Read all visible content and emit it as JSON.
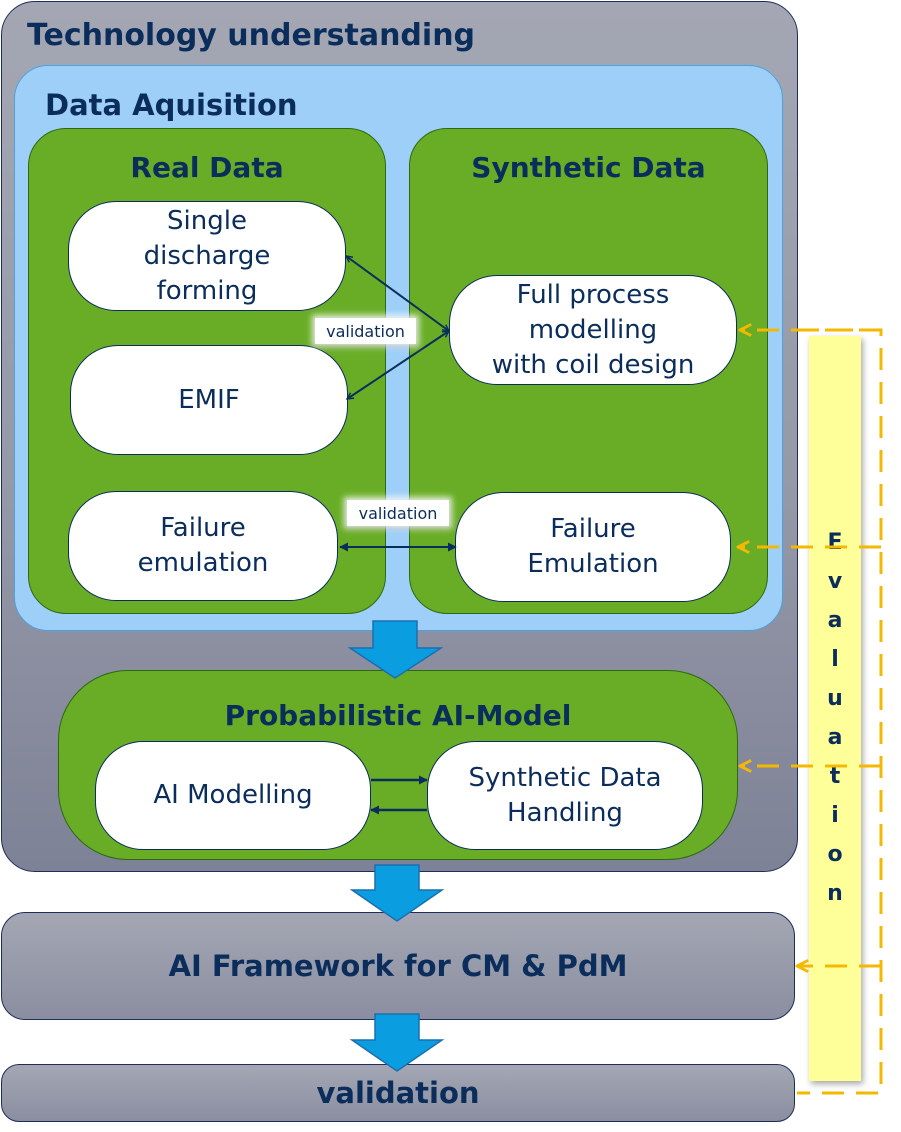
{
  "technology": {
    "title": "Technology understanding"
  },
  "acquisition": {
    "title": "Data Aquisition",
    "real": {
      "title": "Real Data",
      "items": [
        "Single\ndischarge\nforming",
        "EMIF",
        "Failure\nemulation"
      ]
    },
    "synthetic": {
      "title": "Synthetic Data",
      "items": [
        "Full process\nmodelling\nwith coil design",
        "Failure\nEmulation"
      ]
    }
  },
  "validation_labels": [
    "validation",
    "validation"
  ],
  "model": {
    "title": "Probabilistic AI-Model",
    "items": [
      "AI Modelling",
      "Synthetic Data\nHandling"
    ]
  },
  "framework": {
    "label": "AI Framework for CM & PdM"
  },
  "final": {
    "label": "validation"
  },
  "evaluation": {
    "letters": [
      "E",
      "v",
      "a",
      "l",
      "u",
      "a",
      "t",
      "i",
      "o",
      "n"
    ]
  },
  "colors": {
    "navy": "#0b2d5b",
    "green": "#69ad26",
    "light_blue": "#9ecff8",
    "gray": "#9a9dac",
    "flow_arrow": "#0a9ee0",
    "eval_dashed": "#f5b800",
    "eval_fill": "#ffff99"
  }
}
